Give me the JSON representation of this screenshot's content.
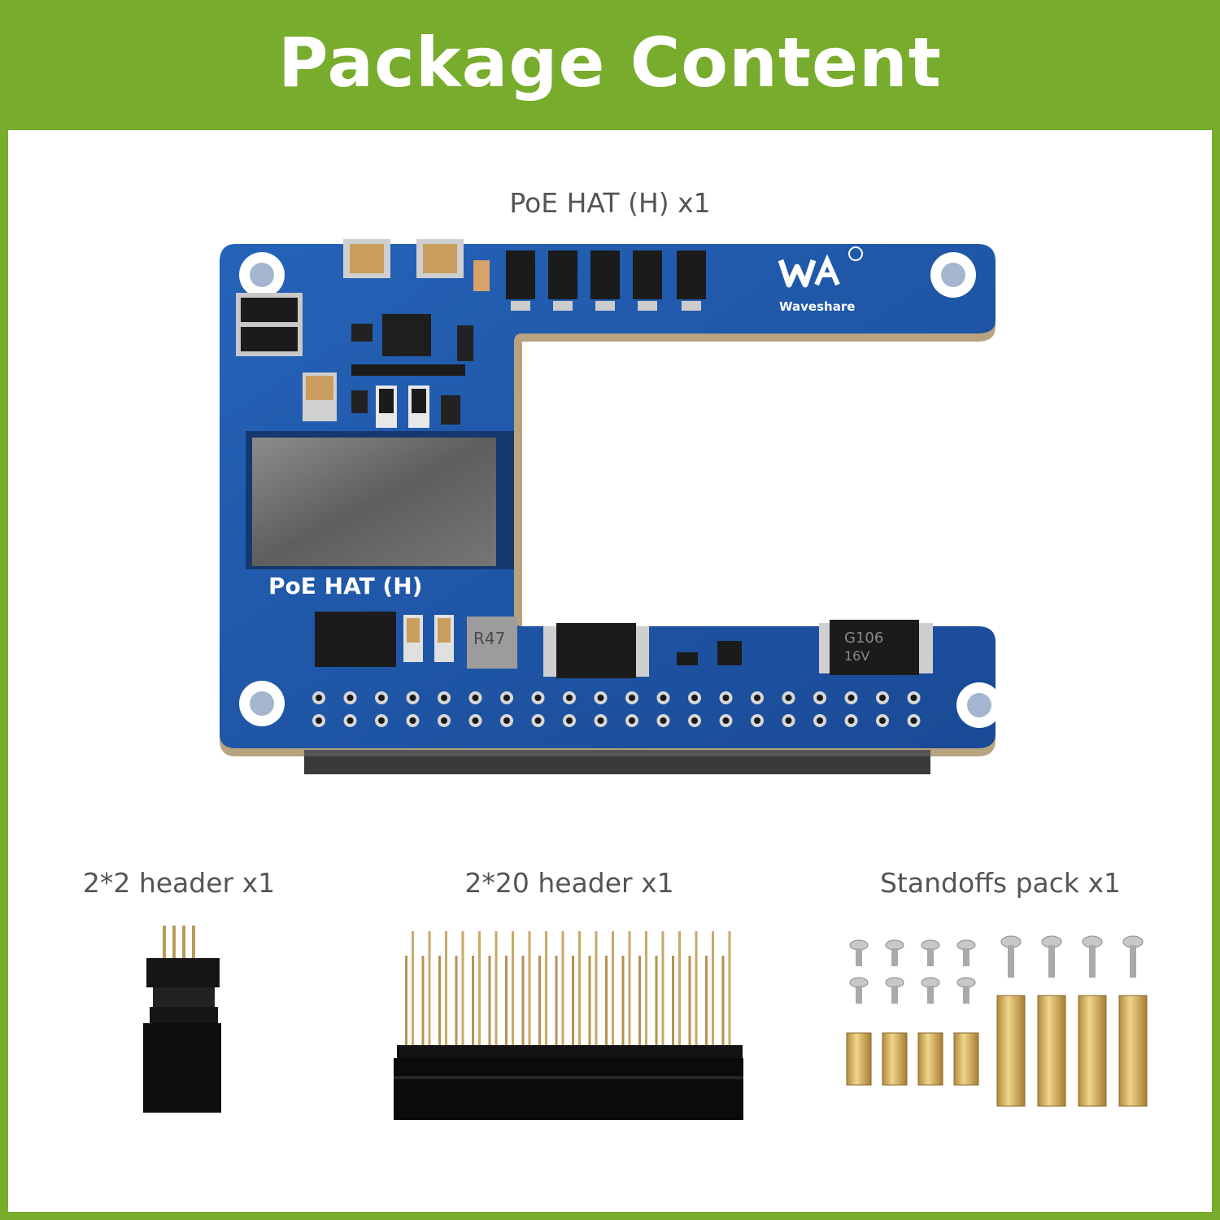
{
  "header": {
    "title": "Package Content"
  },
  "items": [
    {
      "caption": "PoE HAT (H) x1"
    },
    {
      "caption": "2*2 header x1"
    },
    {
      "caption": "2*20 header x1"
    },
    {
      "caption": "Standoffs pack x1"
    }
  ],
  "board": {
    "silkscreen_name": "PoE HAT (H)",
    "brand": "Waveshare",
    "part_r47": "R47",
    "part_g106": "G106",
    "part_16v": "16V"
  },
  "colors": {
    "brand_green": "#78ac2c",
    "pcb_blue": "#1d4f9e",
    "background": "#ffffff"
  }
}
